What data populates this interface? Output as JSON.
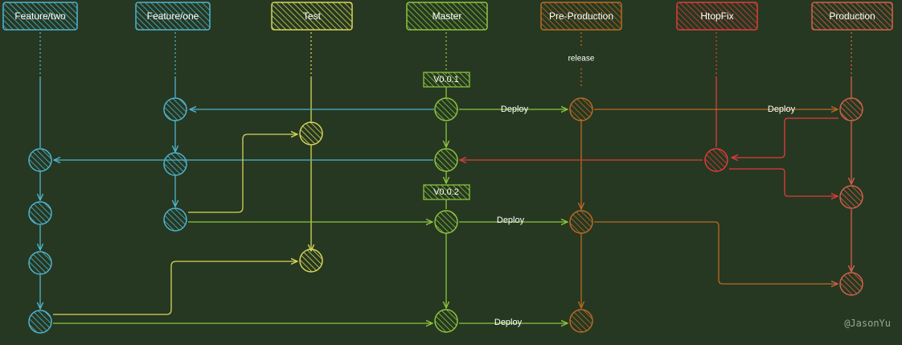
{
  "lanes": [
    {
      "id": "ft2",
      "name": "Feature/two",
      "color": "#4fb3d1"
    },
    {
      "id": "ft1",
      "name": "Feature/one",
      "color": "#4fb3d1"
    },
    {
      "id": "test",
      "name": "Test",
      "color": "#d6d45a"
    },
    {
      "id": "master",
      "name": "Master",
      "color": "#8dc43f"
    },
    {
      "id": "pre",
      "name": "Pre-Production",
      "color": "#b96a24"
    },
    {
      "id": "hotfix",
      "name": "HtopFix",
      "color": "#e03b3b"
    },
    {
      "id": "prod",
      "name": "Production",
      "color": "#d3604a"
    }
  ],
  "tags": [
    "V0.0.1",
    "V0.0.2"
  ],
  "notes": {
    "release": "release"
  },
  "edge_labels": {
    "deploy": "Deploy"
  },
  "watermark": "@JasonYu"
}
